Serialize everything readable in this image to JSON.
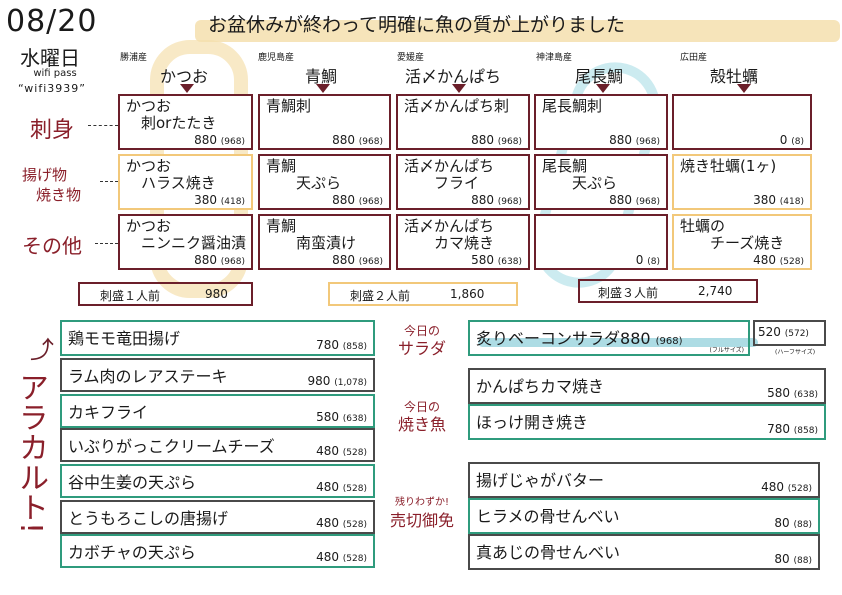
{
  "header": {
    "date": "08/20",
    "weekday": "水曜日",
    "wifi_label": "wifi pass",
    "wifi_password": "“wifi3939”",
    "headline": "お盆休みが終わって明確に魚の質が上がりました"
  },
  "columns": [
    {
      "origin": "勝浦産",
      "fish": "かつお"
    },
    {
      "origin": "鹿児島産",
      "fish": "青鯛"
    },
    {
      "origin": "愛媛産",
      "fish": "活〆かんぱち"
    },
    {
      "origin": "神津島産",
      "fish": "尾長鯛"
    },
    {
      "origin": "広田産",
      "fish": "殻牡蠣"
    }
  ],
  "row_labels": {
    "sashimi": "刺身",
    "fried_1": "揚げ物",
    "fried_2": "焼き物",
    "other": "その他"
  },
  "grid": [
    [
      {
        "name": "かつお\n　刺orたたき",
        "price": "880",
        "tax": "(968)"
      },
      {
        "name": "青鯛刺",
        "price": "880",
        "tax": "(968)"
      },
      {
        "name": "活〆かんぱち刺",
        "price": "880",
        "tax": "(968)"
      },
      {
        "name": "尾長鯛刺",
        "price": "880",
        "tax": "(968)"
      },
      {
        "name": "",
        "price": "0",
        "tax": "(8)"
      }
    ],
    [
      {
        "name": "かつお\n　ハラス焼き",
        "price": "380",
        "tax": "(418)"
      },
      {
        "name": "青鯛\n　　天ぷら",
        "price": "880",
        "tax": "(968)"
      },
      {
        "name": "活〆かんぱち\n　　フライ",
        "price": "880",
        "tax": "(968)"
      },
      {
        "name": "尾長鯛\n　　天ぷら",
        "price": "880",
        "tax": "(968)"
      },
      {
        "name": "焼き牡蠣(1ヶ)",
        "price": "380",
        "tax": "(418)"
      }
    ],
    [
      {
        "name": "かつお\n　ニンニク醤油漬",
        "price": "880",
        "tax": "(968)"
      },
      {
        "name": "青鯛\n　　南蛮漬け",
        "price": "880",
        "tax": "(968)"
      },
      {
        "name": "活〆かんぱち\n　　カマ焼き",
        "price": "580",
        "tax": "(638)"
      },
      {
        "name": "",
        "price": "0",
        "tax": "(8)"
      },
      {
        "name": "牡蠣の\n　　チーズ焼き",
        "price": "480",
        "tax": "(528)"
      }
    ]
  ],
  "platters": [
    {
      "label": "刺盛１人前",
      "price": "980"
    },
    {
      "label": "刺盛２人前",
      "price": "1,860"
    },
    {
      "label": "刺盛３人前",
      "price": "2,740"
    }
  ],
  "alacarte_label": "アラカルト!",
  "alacarte": [
    {
      "name": "鶏モモ竜田揚げ",
      "price": "780",
      "tax": "(858)"
    },
    {
      "name": "ラム肉のレアステーキ",
      "price": "980",
      "tax": "(1,078)"
    },
    {
      "name": "カキフライ",
      "price": "580",
      "tax": "(638)"
    },
    {
      "name": "いぶりがっこクリームチーズ",
      "price": "480",
      "tax": "(528)"
    },
    {
      "name": "谷中生姜の天ぷら",
      "price": "480",
      "tax": "(528)"
    },
    {
      "name": "とうもろこしの唐揚げ",
      "price": "480",
      "tax": "(528)"
    },
    {
      "name": "カボチャの天ぷら",
      "price": "480",
      "tax": "(528)"
    }
  ],
  "salad": {
    "label_1": "今日の",
    "label_2": "サラダ",
    "name": "炙りベーコンサラダ",
    "price": "880",
    "tax": "(968)",
    "size_full": "(フルサイズ)",
    "half_price": "520",
    "half_tax": "(572)",
    "size_half": "(ハーフサイズ)"
  },
  "grilled": {
    "label_1": "今日の",
    "label_2": "焼き魚",
    "items": [
      {
        "name": "かんぱちカマ焼き",
        "price": "580",
        "tax": "(638)"
      },
      {
        "name": "ほっけ開き焼き",
        "price": "780",
        "tax": "(858)"
      }
    ]
  },
  "selling_out": {
    "label_1": "残りわずか!",
    "label_2": "売切御免",
    "items": [
      {
        "name": "揚げじゃがバター",
        "price": "480",
        "tax": "(528)"
      },
      {
        "name": "ヒラメの骨せんべい",
        "price": "80",
        "tax": "(88)"
      },
      {
        "name": "真あじの骨せんべい",
        "price": "80",
        "tax": "(88)"
      }
    ]
  },
  "colors": {
    "maroon": "#6b1f2a",
    "teal": "#2f9b7d",
    "gold": "#f2c87a",
    "cyan": "#9fd6df"
  }
}
